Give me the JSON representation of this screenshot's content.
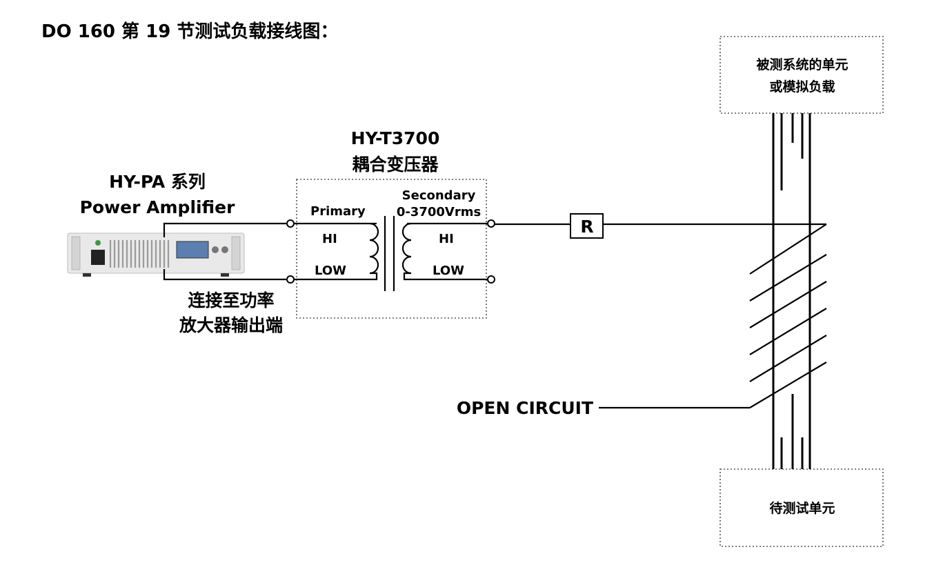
{
  "title": "DO 160 第 19 节测试负载接线图：",
  "amplifier": {
    "label_line1": "HY-PA 系列",
    "label_line2": "Power Amplifier",
    "connect_line1": "连接至功率",
    "connect_line2": "放大器输出端"
  },
  "transformer": {
    "label_line1": "HY-T3700",
    "label_line2": "耦合变压器",
    "primary": "Primary",
    "secondary_line1": "Secondary",
    "secondary_line2": "0-3700Vrms",
    "primary_hi": "HI",
    "primary_low": "LOW",
    "secondary_hi": "HI",
    "secondary_low": "LOW"
  },
  "resistor": "R",
  "open_circuit": "OPEN CIRCUIT",
  "system_unit": {
    "line1": "被测系统的单元",
    "line2": "或模拟负载"
  },
  "dut": "待测试单元"
}
